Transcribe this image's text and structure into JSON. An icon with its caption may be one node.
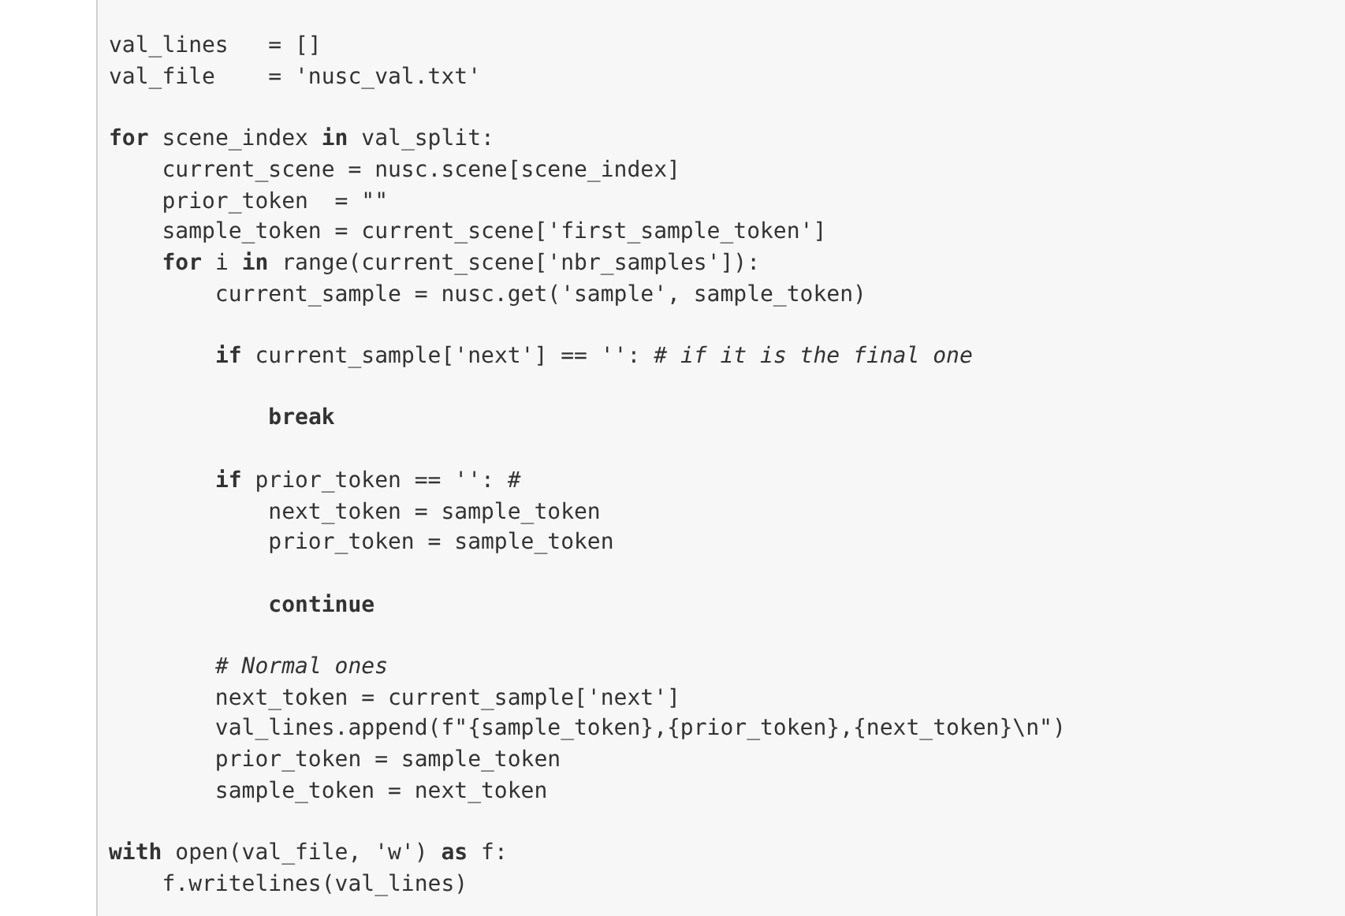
{
  "diagram": {
    "labels": [
      "val_lines   = []",
      "val_file    = 'nusc_val.txt'",
      "**for** scene_index **in** val_split:",
      "    current_scene = nusc.scene[scene_index]",
      "    prior_token  = \"\"",
      "    sample_token = current_scene['first_sample_token']",
      "    **for** i **in** range(current_scene['nbr_samples']):",
      "        current_sample = nusc.get('sample', sample_token)",
      "        **if** current_sample['next'] == '': *# if it is the final one*",
      "            **break**",
      "        **if** prior_token == '': *#*",
      "            next_token = sample_token",
      "            prior_token = sample_token",
      "            **continue**",
      "        *# Normal ones*",
      "        next_token = current_sample['next']",
      "        val_lines.append(f\"{sample_token},{prior_token},{next_token}\\n\")",
      "        prior_token = sample_token",
      "        sample_token = next_token",
      "**with** open(val_file, 'w') **as** f:",
      "    f.writelines(val_lines)"
    ]
  }
}
